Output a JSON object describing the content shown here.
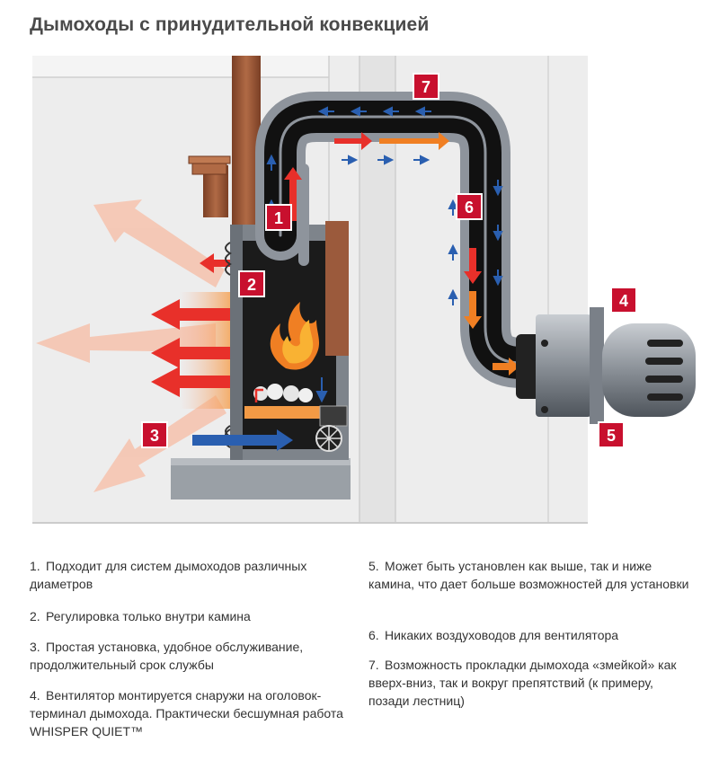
{
  "title": "Дымоходы с принудительной конвекцией",
  "badges": [
    "1",
    "2",
    "3",
    "4",
    "5",
    "6",
    "7"
  ],
  "colors": {
    "badge": "#c8102e",
    "duct_outer": "#8e949c",
    "duct_inner": "#111111",
    "hot_arrow": "#e8302a",
    "warm_arrow": "#f07f23",
    "cool_arrow": "#2a5fb0",
    "chimney_brown": "#9b5a3c",
    "heat_glow": "#f6b49a"
  },
  "legend": [
    {
      "num": "1.",
      "text": "Подходит для систем дымоходов различных диаметров"
    },
    {
      "num": "2.",
      "text": "Регулировка только внутри камина"
    },
    {
      "num": "3.",
      "text": "Простая установка, удобное обслуживание, продолжительный срок службы"
    },
    {
      "num": "4.",
      "text": "Вентилятор монтируется снаружи на оголовок-терминал дымохода. Практически бесшумная работа WHISPER QUIET™"
    },
    {
      "num": "5.",
      "text": "Может быть установлен как выше, так и ниже камина, что дает больше возможностей для установки"
    },
    {
      "num": "6.",
      "text": "Никаких воздуховодов для вентилятора"
    },
    {
      "num": "7.",
      "text": "Возможность прокладки дымохода «змейкой» как вверх-вниз, так и вокруг препятствий (к примеру, позади лестниц)"
    }
  ]
}
